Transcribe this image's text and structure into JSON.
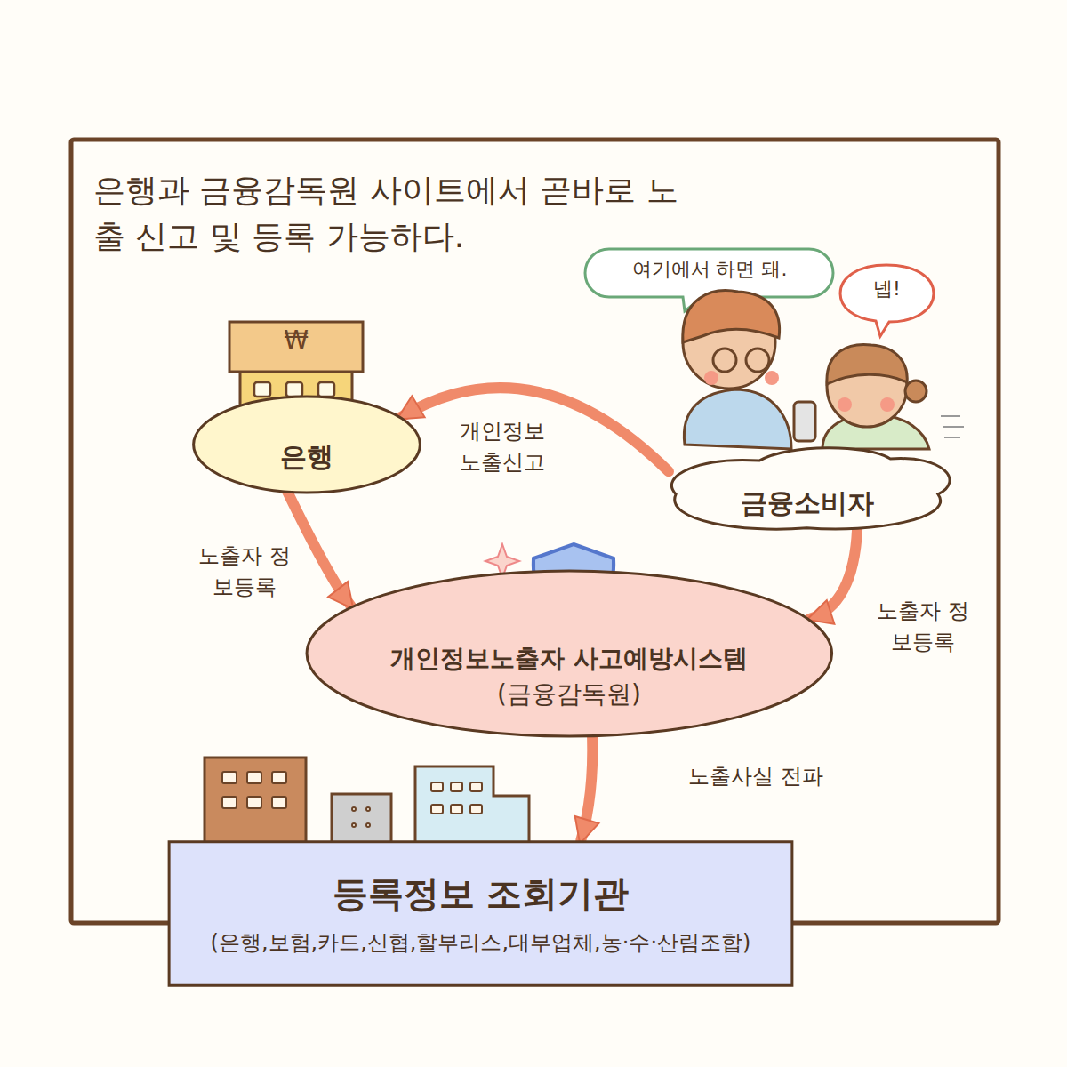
{
  "diagram": {
    "title": "은행과 금융감독원 사이트에서 곧바로 노출 신고 및 등록 가능하다.",
    "nodes": [
      {
        "text": [
          "은행"
        ]
      },
      {
        "text": [
          "금융소비자"
        ]
      },
      {
        "text": [
          "개인정보노출자 사고예방시스템",
          "(금융감독원)"
        ]
      },
      {
        "text": [
          "등록정보 조회기관",
          "(은행,보험,카드,신협,할부리스,대부업체,농·수·산림조합)"
        ]
      }
    ],
    "edges": [
      {
        "from": 1,
        "to": 0,
        "label": "개인정보 노출신고",
        "arrow": "to"
      },
      {
        "from": 0,
        "to": 2,
        "label": "노출자 정보등록",
        "arrow": "to"
      },
      {
        "from": 1,
        "to": 2,
        "label": "노출자 정보등록",
        "arrow": "to"
      },
      {
        "from": 2,
        "to": 3,
        "label": "노출사실 전파",
        "arrow": "to"
      }
    ],
    "labels": [
      "₩",
      "여기에서 하면 돼.",
      "넵!"
    ]
  }
}
